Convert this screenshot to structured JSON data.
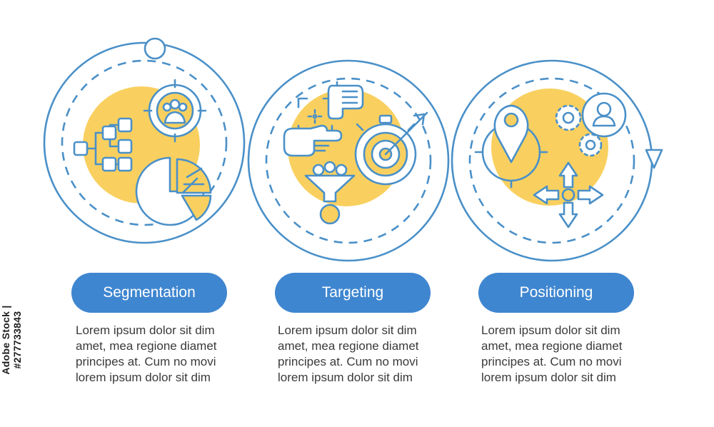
{
  "colors": {
    "stroke": "#4a90c8",
    "accent": "#f9d05f",
    "pill": "#3f86d0",
    "text": "#3a3a3a"
  },
  "steps": [
    {
      "label": "Segmentation",
      "icons": [
        "target-users-icon",
        "hierarchy-chart-icon",
        "pie-chart-icon"
      ],
      "lines": [
        "Lorem ipsum dolor sit dim",
        "amet, mea regione diamet",
        "principes at. Cum no movi",
        "lorem ipsum dolor sit dim"
      ]
    },
    {
      "label": "Targeting",
      "icons": [
        "pointing-hands-icon",
        "stopwatch-target-icon",
        "funnel-icon"
      ],
      "lines": [
        "Lorem ipsum dolor sit dim",
        "amet, mea regione diamet",
        "principes at. Cum no movi",
        "lorem ipsum dolor sit dim"
      ]
    },
    {
      "label": "Positioning",
      "icons": [
        "location-pin-icon",
        "gears-icon",
        "user-avatar-icon",
        "move-arrows-icon"
      ],
      "lines": [
        "Lorem ipsum dolor sit dim",
        "amet, mea regione diamet",
        "principes at. Cum no movi",
        "lorem ipsum dolor sit dim"
      ]
    }
  ],
  "watermark": "Adobe Stock | #277733843"
}
